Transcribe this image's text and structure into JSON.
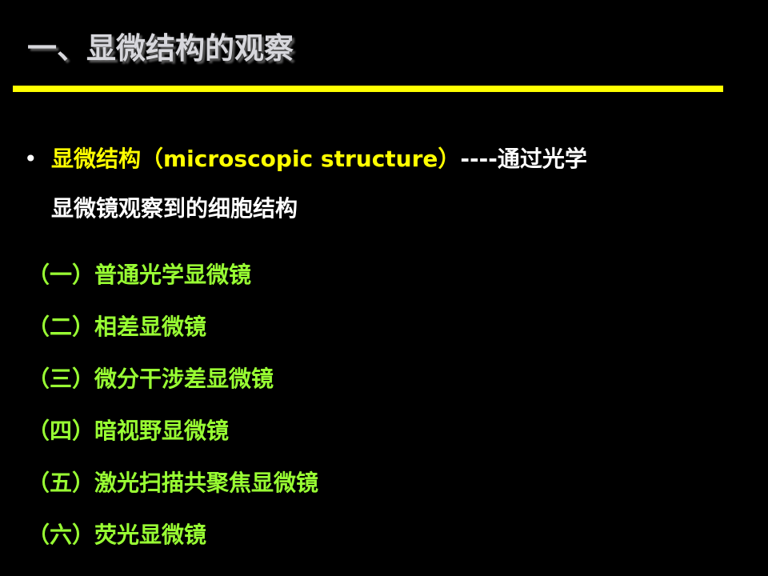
{
  "slide": {
    "title": "一、显微结构的观察",
    "bullet": {
      "term": "显微结构（microscopic structure）",
      "dash": "----",
      "definition_line1": "通过光学",
      "definition_line2": "显微镜观察到的细胞结构"
    },
    "items": [
      "（一）普通光学显微镜",
      "（二）相差显微镜",
      "（三）微分干涉差显微镜",
      "（四）暗视野显微镜",
      "（五）激光扫描共聚焦显微镜",
      "（六）荧光显微镜"
    ],
    "colors": {
      "background": "#000000",
      "title": "#d7d7dc",
      "rule": "#ffff00",
      "term": "#ffff00",
      "body_text": "#ffffff",
      "list_items": "#99ff33"
    }
  }
}
